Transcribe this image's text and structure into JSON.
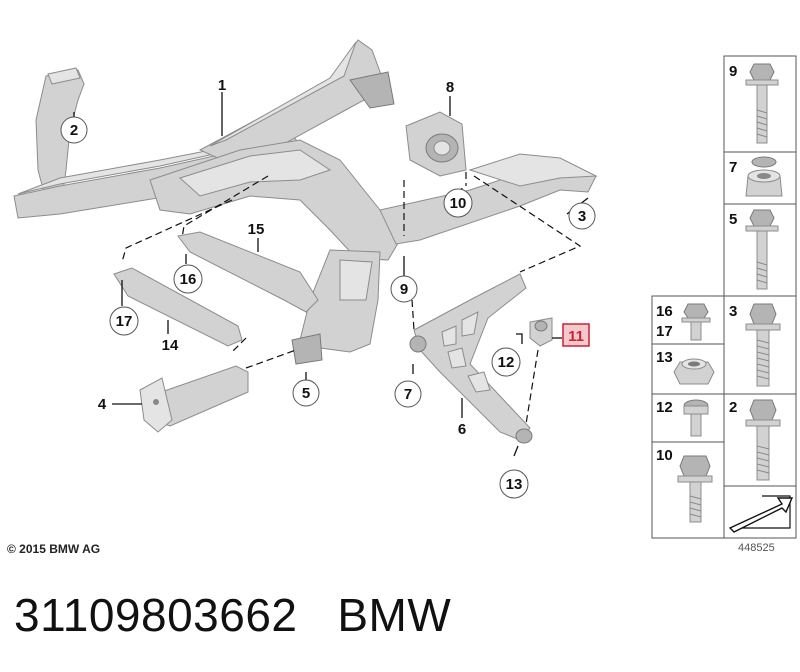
{
  "diagram": {
    "callouts": [
      {
        "id": "c1",
        "label": "1",
        "style": "plain"
      },
      {
        "id": "c2",
        "label": "2",
        "style": "circle"
      },
      {
        "id": "c3",
        "label": "3",
        "style": "circle"
      },
      {
        "id": "c4",
        "label": "4",
        "style": "plain"
      },
      {
        "id": "c5",
        "label": "5",
        "style": "circle"
      },
      {
        "id": "c6",
        "label": "6",
        "style": "plain"
      },
      {
        "id": "c7",
        "label": "7",
        "style": "circle"
      },
      {
        "id": "c8",
        "label": "8",
        "style": "plain"
      },
      {
        "id": "c9",
        "label": "9",
        "style": "circle"
      },
      {
        "id": "c10",
        "label": "10",
        "style": "circle"
      },
      {
        "id": "c11",
        "label": "11",
        "style": "highlighted"
      },
      {
        "id": "c12",
        "label": "12",
        "style": "circle"
      },
      {
        "id": "c13",
        "label": "13",
        "style": "circle"
      },
      {
        "id": "c14",
        "label": "14",
        "style": "plain"
      },
      {
        "id": "c15",
        "label": "15",
        "style": "plain"
      },
      {
        "id": "c16",
        "label": "16",
        "style": "circle"
      },
      {
        "id": "c17",
        "label": "17",
        "style": "circle"
      }
    ],
    "parts_table": [
      {
        "id": "t9",
        "label": "9",
        "type": "long-bolt"
      },
      {
        "id": "t7",
        "label": "7",
        "type": "nut-collar"
      },
      {
        "id": "t5",
        "label": "5",
        "type": "long-bolt"
      },
      {
        "id": "t16",
        "label": "16\n17",
        "type": "short-bolt"
      },
      {
        "id": "t3",
        "label": "3",
        "type": "medium-bolt"
      },
      {
        "id": "t13",
        "label": "13",
        "type": "flange-nut"
      },
      {
        "id": "t12",
        "label": "12",
        "type": "torx-bolt"
      },
      {
        "id": "t2",
        "label": "2",
        "type": "medium-bolt"
      },
      {
        "id": "t10",
        "label": "10",
        "type": "hex-bolt"
      }
    ],
    "copyright": "© 2015 BMW AG",
    "image_number": "448525",
    "part_number": "31109803662",
    "brand": "BMW",
    "highlight_color": "#cc2233"
  }
}
